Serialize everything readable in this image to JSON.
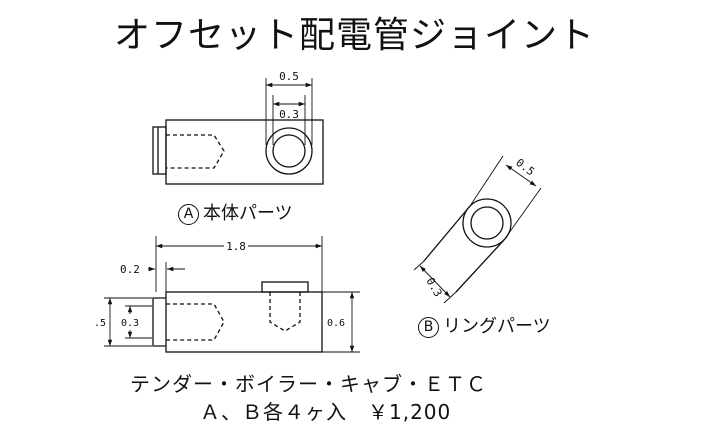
{
  "title": "オフセット配電管ジョイント",
  "part_a": {
    "badge": "A",
    "label": "本体パーツ"
  },
  "part_b": {
    "badge": "B",
    "label": "リングパーツ"
  },
  "dimensions": {
    "top_outer": "0.5",
    "top_inner": "0.3",
    "total_length": "1.8",
    "offset": "0.2",
    "left_outer": ".5",
    "left_inner": "0.3",
    "height": "0.6",
    "ring_outer": "0.5",
    "ring_inner": "0.3"
  },
  "footer": {
    "line1": "テンダー・ボイラー・キャブ・ＥＴＣ",
    "line2": "Ａ、Ｂ各４ヶ入　￥1,200"
  }
}
